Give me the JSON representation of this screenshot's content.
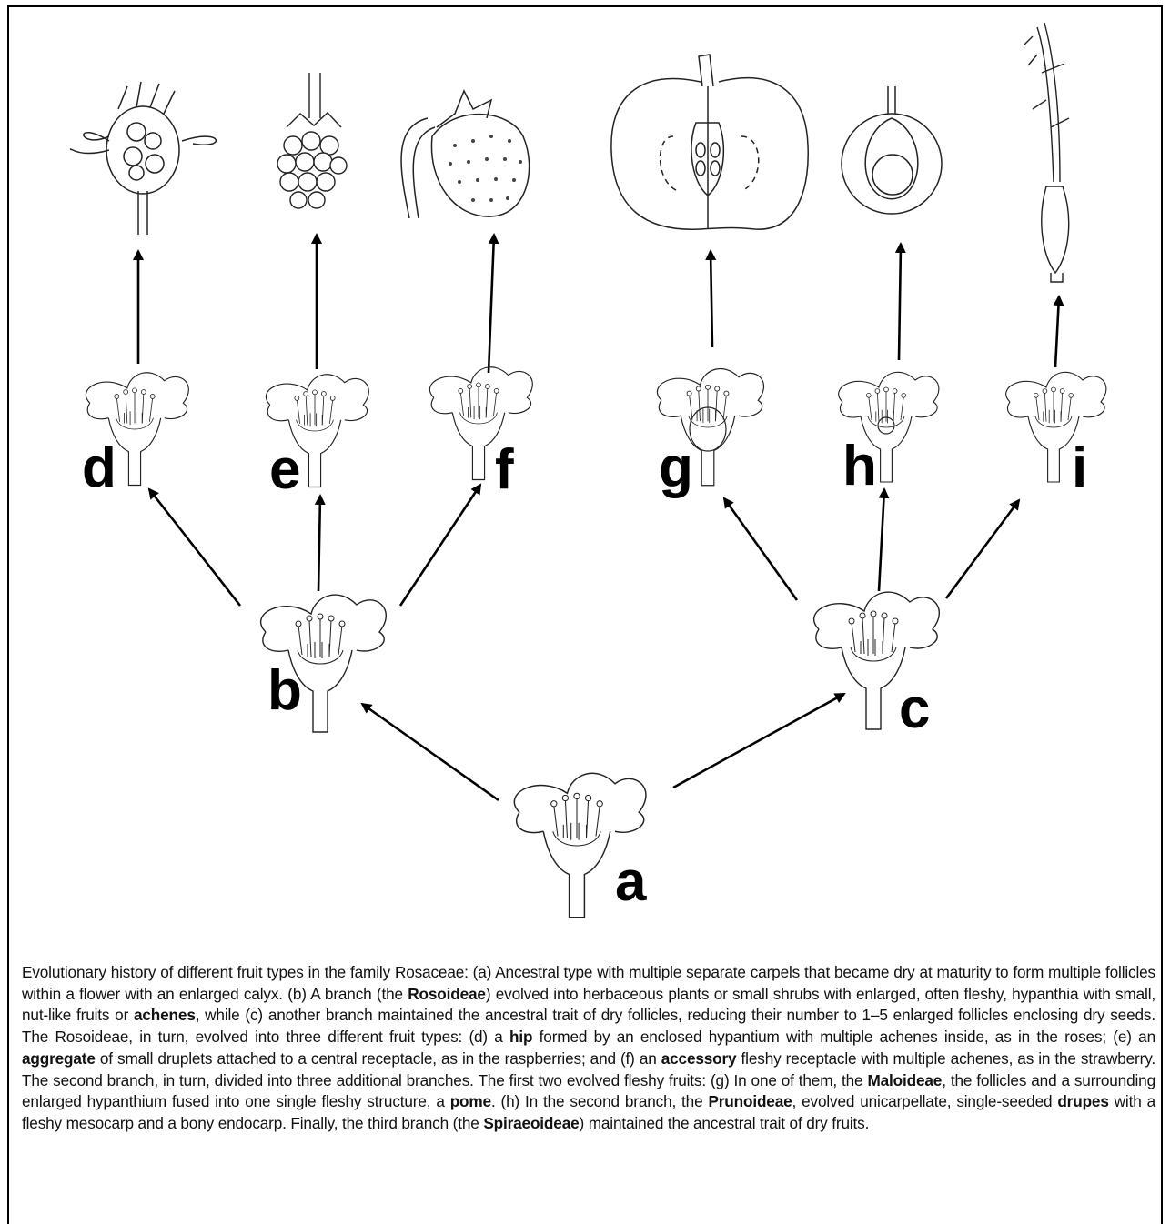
{
  "nodes": {
    "a": "a",
    "b": "b",
    "c": "c",
    "d": "d",
    "e": "e",
    "f": "f",
    "g": "g",
    "h": "h",
    "i": "i"
  },
  "caption": [
    {
      "t": "Evolutionary history of different fruit types in the family Rosaceae: (a) Ancestral type with multiple separate carpels that became dry at maturity to form multiple follicles within a flower with an enlarged calyx. (b) A branch (the ",
      "b": false
    },
    {
      "t": "Rosoideae",
      "b": true
    },
    {
      "t": ") evolved into herbaceous plants or small shrubs with enlarged, often fleshy, hypanthia with small, nut-like fruits or ",
      "b": false
    },
    {
      "t": "achenes",
      "b": true
    },
    {
      "t": ", while (c) another branch maintained the ancestral trait of dry follicles, reducing their number to 1–5 enlarged follicles enclosing dry seeds. The Rosoideae, in turn, evolved into three different fruit types: (d) a ",
      "b": false
    },
    {
      "t": "hip",
      "b": true
    },
    {
      "t": " formed by an enclosed hypantium with multiple achenes inside, as in the roses; (e) an ",
      "b": false
    },
    {
      "t": "aggregate",
      "b": true
    },
    {
      "t": " of small druplets attached to a central receptacle, as in the raspberries; and (f) an ",
      "b": false
    },
    {
      "t": "accessory",
      "b": true
    },
    {
      "t": " fleshy receptacle with multiple achenes, as in the strawberry. The second branch, in turn, divided into three additional branches. The first two evolved fleshy fruits: (g) In one of them, the ",
      "b": false
    },
    {
      "t": "Maloideae",
      "b": true
    },
    {
      "t": ", the follicles and a surrounding enlarged hypanthium fused into one single fleshy structure, a ",
      "b": false
    },
    {
      "t": "pome",
      "b": true
    },
    {
      "t": ". (h) In the second branch, the ",
      "b": false
    },
    {
      "t": "Prunoideae",
      "b": true
    },
    {
      "t": ", evolved unicarpellate, single-seeded ",
      "b": false
    },
    {
      "t": "drupes",
      "b": true
    },
    {
      "t": " with a fleshy mesocarp and a bony endocarp. Finally, the third branch (the ",
      "b": false
    },
    {
      "t": "Spiraeoideae",
      "b": true
    },
    {
      "t": ") maintained the ancestral trait of dry fruits.",
      "b": false
    }
  ]
}
